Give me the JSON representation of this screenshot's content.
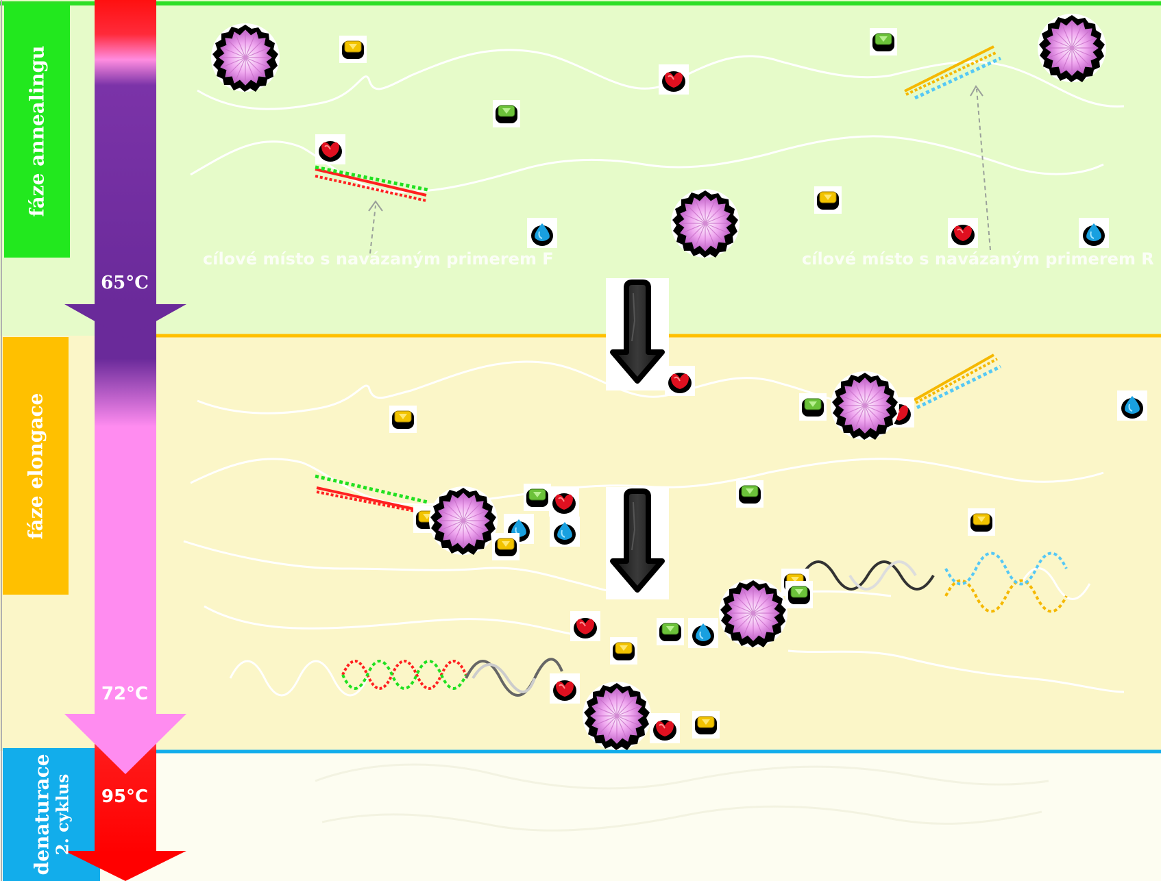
{
  "phases": {
    "annealing": {
      "label": "fáze annealingu",
      "color": "#22e81e",
      "bg": "#e6fbc9",
      "line": "#2ddf25"
    },
    "elongation": {
      "label": "fáze elongace",
      "color": "#ffc000",
      "bg": "#fbf6c8",
      "line": "#ffc000"
    },
    "denaturation": {
      "label_line1": "denaturace",
      "label_line2": "2. cyklus",
      "color": "#12adeb",
      "bg": "#fdfdf1",
      "line": "#12adeb"
    }
  },
  "temperatures": {
    "t_annealing": "65°C",
    "t_elongation": "72°C",
    "t_denaturation": "95°C"
  },
  "annotations": {
    "primer_f": "cílové místo s navázaným primerem F",
    "primer_r": "cílové místo s navázaným primerem R"
  },
  "legend_colors": {
    "primer_f": "#20e020",
    "primer_r": "#f5b800",
    "template_f": "#ff2020",
    "template_r": "#55c8f5",
    "polymerase": "#e890e8",
    "nucleotide_a": "#f2c300",
    "nucleotide_g": "#6cc23a",
    "nucleotide_c": "#e01020",
    "nucleotide_t": "#19a0e0"
  },
  "icons": [
    "polymerase-icon",
    "nucleotide-icon",
    "down-arrow-icon",
    "temperature-arrow-icon"
  ]
}
